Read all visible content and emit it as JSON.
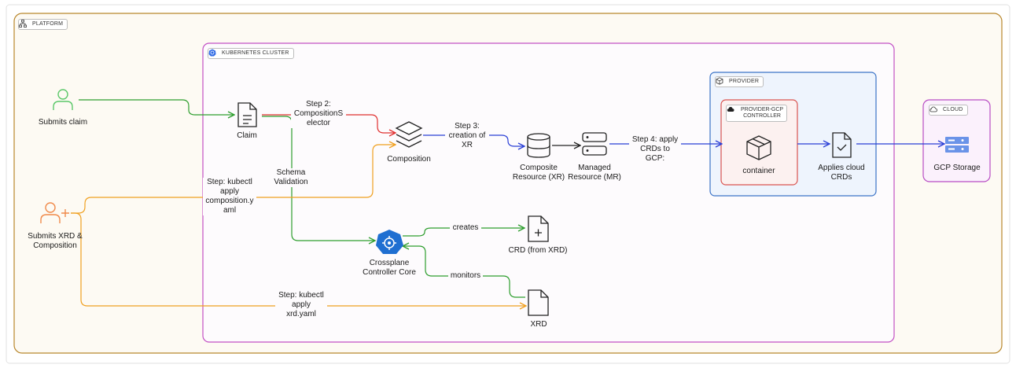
{
  "tags": {
    "platform": "PLATFORM",
    "cluster": "KUBERNETES CLUSTER",
    "provider": "PROVIDER",
    "controller": "PROVIDER-GCP\nCONTROLLER",
    "cloud": "CLOUD"
  },
  "nodes": {
    "claim_user": "Submits claim",
    "xrd_user": "Submits XRD &\nComposition",
    "claim": "Claim",
    "composition": "Composition",
    "xr": "Composite\nResource (XR)",
    "mr": "Managed\nResource (MR)",
    "container": "container",
    "applies": "Applies cloud\nCRDs",
    "gcp": "GCP Storage",
    "core": "Crossplane\nController Core",
    "crd": "CRD (from XRD)",
    "xrd": "XRD"
  },
  "edges": {
    "step2": "Step 2:\nCompositionS\nelector",
    "step3": "Step 3:\ncreation of\nXR",
    "step4": "Step 4: apply\nCRDs to\nGCP:",
    "schema": "Schema\nValidation",
    "kubectl_comp": "Step: kubectl\napply\ncomposition.y\naml",
    "kubectl_xrd": "Step: kubectl\napply\nxrd.yaml",
    "creates": "creates",
    "monitors": "monitors"
  },
  "icons": [
    "hierarchy-icon",
    "kubernetes-icon",
    "package-icon",
    "cloud-icon",
    "user-icon",
    "user-add-icon",
    "document-icon",
    "layers-icon",
    "database-icon",
    "server-icon",
    "box-icon",
    "file-check-icon",
    "storage-icon",
    "crossplane-icon",
    "file-plus-icon",
    "file-icon"
  ],
  "colors": {
    "platform": "#b8862b",
    "cluster": "#c24fc4",
    "provider": "#3b73c7",
    "controller": "#d9534f",
    "cloud": "#b84cc4",
    "green": "#2e9e2e",
    "red": "#e03030",
    "blue": "#2a3fd6",
    "orange": "#f0a020",
    "user_claim": "#5cc86a",
    "user_xrd": "#f08a4b",
    "crossplane": "#1f6fd1"
  }
}
